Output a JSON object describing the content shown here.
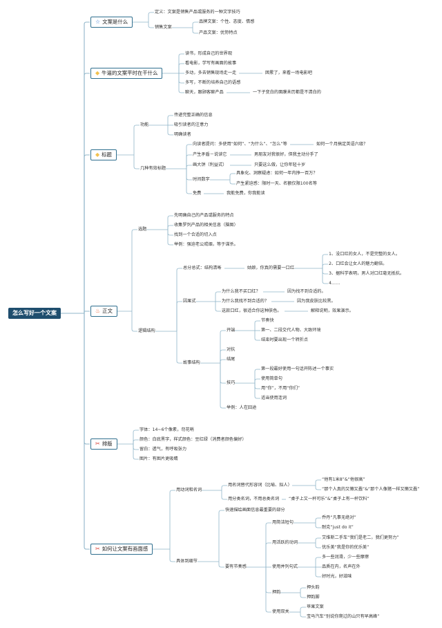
{
  "root": "怎么写好一个文案",
  "colors": {
    "line": "#8fb5c9",
    "root_bg": "#1f4e6e",
    "box_border": "#2e6e8e",
    "star": "#3a7bd5",
    "gem": "#f2c14e",
    "fire": "#e85a2a",
    "tool": "#d9463b"
  },
  "icons": {
    "what": "star-icon",
    "habits": "gem-icon",
    "title": "gem-icon",
    "body": "fire-icon",
    "layout": "tool-icon",
    "imagery": "tool-icon"
  },
  "b": {
    "what": {
      "label": "文案是什么",
      "def": "定义：文案是销售产品或服务的一种文字技巧",
      "sales": "销售文案",
      "brand": "品牌文案：个性、态度、情感",
      "product": "产品文案：优势特点"
    },
    "habits": {
      "label": "牛逼的文案平时在干什么",
      "read": "读书，形成自己的世界观",
      "movie": "看电影，学写有画面的故事",
      "move": "多动，多去销售现场走一走",
      "tired": "困累了，来看一场电影吧",
      "write": "多写，不断的培养自己的语感",
      "chat": "聊天，跟顾客聊产品",
      "blank": "一下子变白的面膜未历都是不清白的"
    },
    "title": {
      "label": "标题",
      "func": "功能",
      "f1": "传递完整正确的信息",
      "f2": "吸引读者的注意力",
      "f3": "明确读者",
      "methods": "几种有效标题",
      "m1": "向读者提问：多使用“如何”、“为什么”、“怎么”等",
      "m1e": "如何一个月搞定英语六级？",
      "m2": "产生矛盾－说读它",
      "m2e": "男朋友对我很好，但我主动分手了",
      "m3": "画大饼（利益式）",
      "m3e": "只要这么做，让你年轻十岁",
      "m4": "时间数字",
      "m4a": "具象化、洞察疑虑：如何一年内挣一百万？",
      "m4b": "产生紧迫感：限时一天、名额仅限100名等",
      "m5": "免费",
      "m5e": "我能免费，你我能读"
    },
    "body": {
      "label": "正文",
      "topic": "选题",
      "t1": "先明确自己的产品或服务的特点",
      "t2": "收集罗列产品的相关信息（脑图）",
      "t3": "找到一个合适的切入点",
      "t4": "举例：强迫老公戒烟，等于谋杀。",
      "logic": "逻辑结构",
      "zfz": "总分总式：结构清晰",
      "zfz_e": "姑娘，你真的需要一口红",
      "z1": "1、没口红的女人，不是完整的女人。",
      "z2": "2、口红会让女人的魅力翻倍。",
      "z3": "3、据科学表明，男人对口红毫无抵抗。",
      "z4": "4……",
      "cause": "因果式",
      "c1": "为什么我不买口红？",
      "c1e": "因为找不到合适的。",
      "c2": "为什么我找不到合适的？",
      "c2e": "因为我皮肤比较黑。",
      "c3": "这款口红，很适合你这种肤色。",
      "c3e": "解释说明，效果演示。",
      "story": "故事结构",
      "open": "开端",
      "o1": "节奏快",
      "o2": "第一、二段交代人物、大致环境",
      "o3": "结束时要出现一个转折点",
      "conflict": "对抗",
      "end": "结尾",
      "skill": "技巧",
      "k1": "第一段最好使用一句话开陈述一个事实",
      "k2": "使用简单句",
      "k3": "用“你”，不用“你们”",
      "k4": "适当使用连词",
      "example": "举例：人在囧途"
    },
    "layout": {
      "label": "排版",
      "font": "字体：14~6个像素，勿花哨",
      "color": "颜色：白底黑字，样式颜色：豆红绿（消费者颜色偏好）",
      "space": "留白：透气，有呼吸张力",
      "pic": "图片：有图片更吸睛"
    },
    "imagery": {
      "label": "如何让文案有画面感",
      "verbs": "用动词和名词",
      "v1": "用名词替代形容词（比喻、拟人）",
      "v1a": "“他有1米8”&“他很高”",
      "v1b": "“那个人真的又懒又蠢”&“那个人像猪一样又懒又蠢”",
      "v2": "用分类名词，不用总类名词",
      "v2e": "“桌子上又一杯可乐”&“桌子上有一杯饮料”",
      "detail": "具体到细节",
      "d1": "快速描绘画面信息最重要的部分",
      "rhythm": "要有节奏感",
      "short": "用简洁短句",
      "s1": "乔丹“凡事无绝对”",
      "s2": "耐克“just do it”",
      "lively": "用活跃的动词",
      "l1": "艾维斯二手车“我们是老二，我们更努力”",
      "l2": "优乐美“我是你的优乐美”",
      "parallel": "使用并列句式",
      "p1": "多一些润滑，少一些摩擦",
      "p2": "品质在内，名声在外",
      "p3": "好时光，好滋味",
      "rhyme": "押韵",
      "r1": "押头韵",
      "r2": "押韵脚",
      "pun": "使用双关",
      "u1": "苹果文案",
      "u2": "宝马汽车“别说你爬过的山只有早高峰”"
    }
  }
}
